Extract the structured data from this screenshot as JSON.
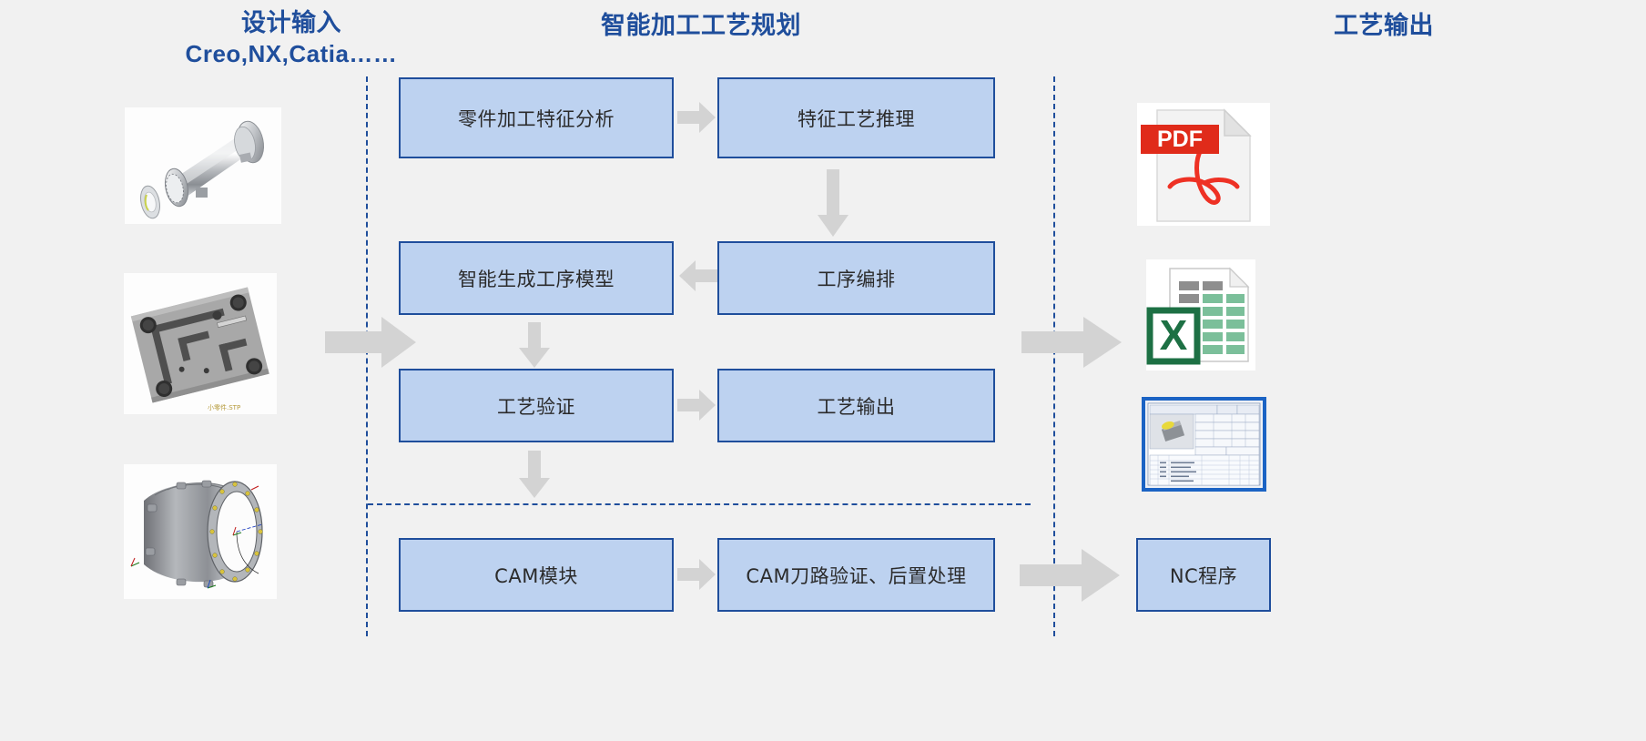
{
  "columns": {
    "left": {
      "title": "设计输入",
      "subtitle": "Creo,NX,Catia……"
    },
    "center": {
      "title": "智能加工工艺规划"
    },
    "right": {
      "title": "工艺输出"
    }
  },
  "process_boxes": [
    {
      "id": "feature-analysis",
      "label": "零件加工特征分析"
    },
    {
      "id": "feature-reason",
      "label": "特征工艺推理"
    },
    {
      "id": "gen-process",
      "label": "智能生成工序模型"
    },
    {
      "id": "process-seq",
      "label": "工序编排"
    },
    {
      "id": "verify",
      "label": "工艺验证"
    },
    {
      "id": "output",
      "label": "工艺输出"
    },
    {
      "id": "cam",
      "label": "CAM模块"
    },
    {
      "id": "cam-verify",
      "label": "CAM刀路验证、后置处理"
    },
    {
      "id": "nc",
      "label": "NC程序"
    }
  ],
  "inputs": [
    {
      "id": "shaft",
      "name": "shaft-housing-cad-thumbnail"
    },
    {
      "id": "plate",
      "name": "structural-plate-cad-thumbnail"
    },
    {
      "id": "casing",
      "name": "engine-casing-cad-thumbnail"
    }
  ],
  "outputs": [
    {
      "id": "pdf",
      "name": "pdf-file-icon",
      "badge": "PDF"
    },
    {
      "id": "excel",
      "name": "excel-spreadsheet-icon",
      "badge": "X"
    },
    {
      "id": "sheet",
      "name": "process-sheet-drawing-thumbnail",
      "badge": ""
    }
  ],
  "arrows": [
    {
      "id": "r1",
      "direction": "right",
      "from": "feature-analysis",
      "to": "feature-reason"
    },
    {
      "id": "down-r",
      "direction": "down",
      "from": "feature-reason",
      "to": "process-seq"
    },
    {
      "id": "left-r2",
      "direction": "left",
      "from": "process-seq",
      "to": "gen-process"
    },
    {
      "id": "down-l",
      "direction": "down",
      "from": "gen-process",
      "to": "verify"
    },
    {
      "id": "r3",
      "direction": "right",
      "from": "verify",
      "to": "output"
    },
    {
      "id": "down-l2",
      "direction": "down",
      "from": "verify",
      "to": "cam"
    },
    {
      "id": "r4",
      "direction": "right",
      "from": "cam",
      "to": "cam-verify"
    },
    {
      "id": "big-in",
      "direction": "right",
      "from": "design-input",
      "to": "planning"
    },
    {
      "id": "big-out",
      "direction": "right",
      "from": "planning",
      "to": "process-output"
    },
    {
      "id": "big-nc",
      "direction": "right",
      "from": "cam-verify",
      "to": "nc"
    }
  ],
  "colors": {
    "background": "#f1f1f1",
    "title_blue": "#1f4e9c",
    "box_fill": "#bdd2f0",
    "box_border": "#1f4e9c",
    "arrow_grey": "#d3d3d3",
    "pdf_red": "#e02b1a",
    "excel_green": "#1d7044"
  }
}
